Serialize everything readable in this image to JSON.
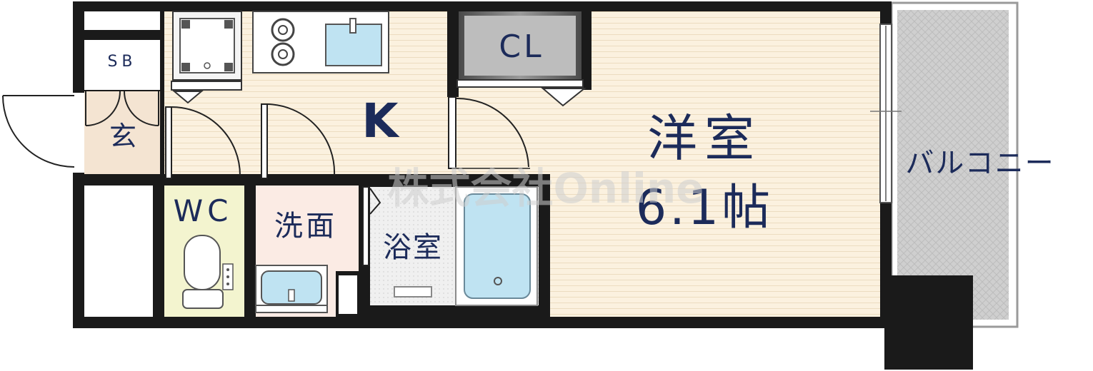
{
  "floorplan": {
    "rooms": {
      "sb": "SB",
      "entrance": "玄",
      "kitchen": "K",
      "closet": "CL",
      "western_room": "洋室",
      "western_room_size": "6.1帖",
      "wc": "WC",
      "washroom": "洗面",
      "bathroom": "浴室",
      "balcony": "バルコニー"
    },
    "watermark": "株式会社Online",
    "colors": {
      "wall": "#1a1a1a",
      "room_floor": "#fbf1df",
      "entrance_floor": "#f4e4d2",
      "wc_floor": "#f3f4cf",
      "washroom_floor": "#fbebe4",
      "bath_floor": "#f0f0f0",
      "tub": "#bfe3f2",
      "balcony": "#cfcfcf",
      "label": "#1c2b5a",
      "closet_dark": "#555555"
    }
  }
}
